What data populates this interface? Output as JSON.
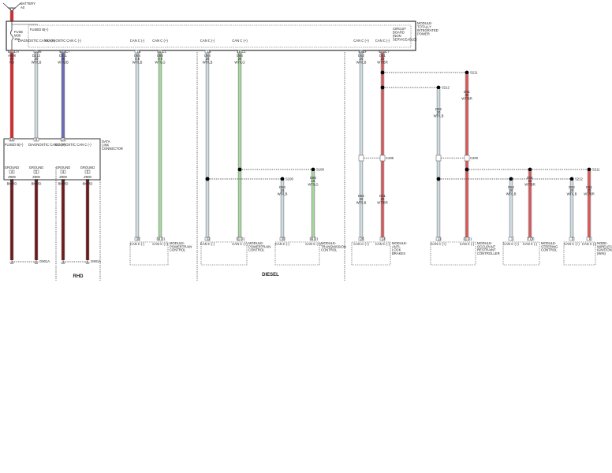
{
  "battery": {
    "label": "BATTERY",
    "sub": "A0"
  },
  "tipm": {
    "title": [
      "MODULE-",
      "TOTALLY",
      "INTEGRATED",
      "POWER"
    ],
    "circuit_board": [
      "CIRCUIT",
      "BOARD",
      "(NON",
      "SERVICEABLE)"
    ],
    "fuse": [
      "FUSE",
      "M30",
      "15A"
    ],
    "fused_b": "FUSED B(+)",
    "pins": [
      "DIAGNOSTIC CAN C (+)",
      "DIAGNOSTIC CAN C (-)",
      "CAN C (-)",
      "CAN C (+)",
      "CAN C (-)",
      "CAN C (+)",
      "CAN C (+)",
      "CAN C (-)"
    ]
  },
  "wires": [
    {
      "conn": "E8ECA",
      "circuit": "A908",
      "gauge": "20",
      "color": "RD"
    },
    {
      "conn": "D2/8",
      "circuit": "D212",
      "gauge": "20",
      "color": "WT/LB"
    },
    {
      "conn": "E8EC7",
      "circuit": "D211",
      "gauge": "20",
      "color": "WT/DB"
    },
    {
      "conn": "15",
      "circuit": "D84",
      "gauge": "0.5",
      "color": "WT/LB"
    },
    {
      "conn": "16 C1",
      "circuit": "D85",
      "gauge": "0.5",
      "color": "WT/LG"
    },
    {
      "conn": "15",
      "circuit": "D84",
      "gauge": "20",
      "color": "WT/LB"
    },
    {
      "conn": "16 C1",
      "circuit": "D85",
      "gauge": "20",
      "color": "WT/LG"
    },
    {
      "conn": "E8EF",
      "circuit": "D52",
      "gauge": "20",
      "color": "WT/LB"
    },
    {
      "conn": "E8EC7",
      "circuit": "D51",
      "gauge": "20",
      "color": "WT/BR"
    },
    {
      "conn": "",
      "circuit": "D84",
      "gauge": "18",
      "color": "WT/LB"
    },
    {
      "conn": "",
      "circuit": "D85",
      "gauge": "18",
      "color": "WT/LG"
    },
    {
      "conn": "",
      "circuit": "D52",
      "gauge": "20",
      "color": "WT/LB"
    },
    {
      "conn": "",
      "circuit": "D51",
      "gauge": "20",
      "color": "WT/BR"
    },
    {
      "conn": "",
      "circuit": "D52",
      "gauge": "20",
      "color": "WT/LB"
    },
    {
      "conn": "",
      "circuit": "D51",
      "gauge": "20",
      "color": "WT/BR"
    },
    {
      "conn": "",
      "circuit": "D52",
      "gauge": "20",
      "color": "WT/LB"
    },
    {
      "conn": "",
      "circuit": "D51",
      "gauge": "20",
      "color": "WT/BR"
    },
    {
      "conn": "",
      "circuit": "D52",
      "gauge": "20",
      "color": "WT/LB"
    },
    {
      "conn": "",
      "circuit": "D51",
      "gauge": "20",
      "color": "WT/BR"
    },
    {
      "conn": "",
      "circuit": "D52",
      "gauge": "20",
      "color": "WT/LB"
    },
    {
      "conn": "",
      "circuit": "D51",
      "gauge": "20",
      "color": "WT/BR"
    }
  ],
  "dlc": {
    "title": [
      "DATA",
      "LINK",
      "CONNECTOR"
    ],
    "pins_top": [
      "FUSED B(+)",
      "DIAGNOSTIC CAN C (+)",
      "DIAGNOSTIC CAN C (-)"
    ],
    "pin_nums_top": [
      "16",
      "6",
      "14"
    ],
    "grounds": [
      "GROUND",
      "GROUND",
      "GROUND",
      "GROUND"
    ],
    "ground_pins": [
      "4",
      "5",
      "4",
      "5"
    ],
    "ground_wires": [
      {
        "circuit": "Z909",
        "gauge": "20",
        "color": "BK/RD"
      },
      {
        "circuit": "Z909",
        "gauge": "20",
        "color": "BK/RD"
      },
      {
        "circuit": "Z909",
        "gauge": "20",
        "color": "BK/RD"
      },
      {
        "circuit": "Z909",
        "gauge": "20",
        "color": "BK/RD"
      }
    ],
    "ground_labels": [
      "G901A",
      "G901A"
    ]
  },
  "splices": [
    "S106",
    "S108",
    "S211",
    "S212",
    "S212",
    "S211"
  ],
  "inline_connectors": [
    "C335",
    "C200"
  ],
  "modules": [
    {
      "name": [
        "MODULE-",
        "POWERTRAIN",
        "CONTROL"
      ],
      "pins": [
        "CAN C (-)",
        "CAN C (+)"
      ],
      "nums": [
        "30",
        "34 C1"
      ]
    },
    {
      "name": [
        "MODULE-",
        "POWERTRAIN",
        "CONTROL"
      ],
      "pins": [
        "CAN C (-)",
        "CAN C (+)"
      ],
      "nums": [
        "32",
        "31 C2"
      ]
    },
    {
      "name": [
        "MODULE-",
        "TRANSMISSION",
        "CONTROL"
      ],
      "pins": [
        "CAN C (-)",
        "CAN C (+)"
      ],
      "nums": [
        "30",
        "34 C1"
      ]
    },
    {
      "name": [
        "MODULE-",
        "ANTI-",
        "LOCK",
        "BRAKES"
      ],
      "pins": [
        "CAN C (+)",
        "CAN C (-)"
      ],
      "nums": [
        "26",
        "14"
      ]
    },
    {
      "name": [
        "MODULE-",
        "OCCUPANT",
        "RESTRAINT",
        "CONTROLLER"
      ],
      "pins": [
        "CAN C (+)",
        "CAN C (-)"
      ],
      "nums": [
        "11",
        "21 C1"
      ]
    },
    {
      "name": [
        "MODULE-",
        "STEERING",
        "CONTROL"
      ],
      "pins": [
        "CAN C (+)",
        "CAN C (-)"
      ],
      "nums": [
        "1",
        "7 C5"
      ]
    },
    {
      "name": [
        "NODE-",
        "WIRELESS",
        "IGNITION",
        "(WIN)"
      ],
      "pins": [
        "CAN C (+)",
        "CAN C (-)"
      ],
      "nums": [
        "5",
        "6"
      ]
    }
  ],
  "variants": {
    "rhd": "RHD",
    "diesel": "DIESEL"
  },
  "colors": {
    "red": "#e0262a",
    "light_blue": "#cfdde4",
    "green": "#a8d8a0",
    "dark_blue": "#6b6bb8",
    "white_brown": "#d98585",
    "ground": "#6e1a1a"
  }
}
